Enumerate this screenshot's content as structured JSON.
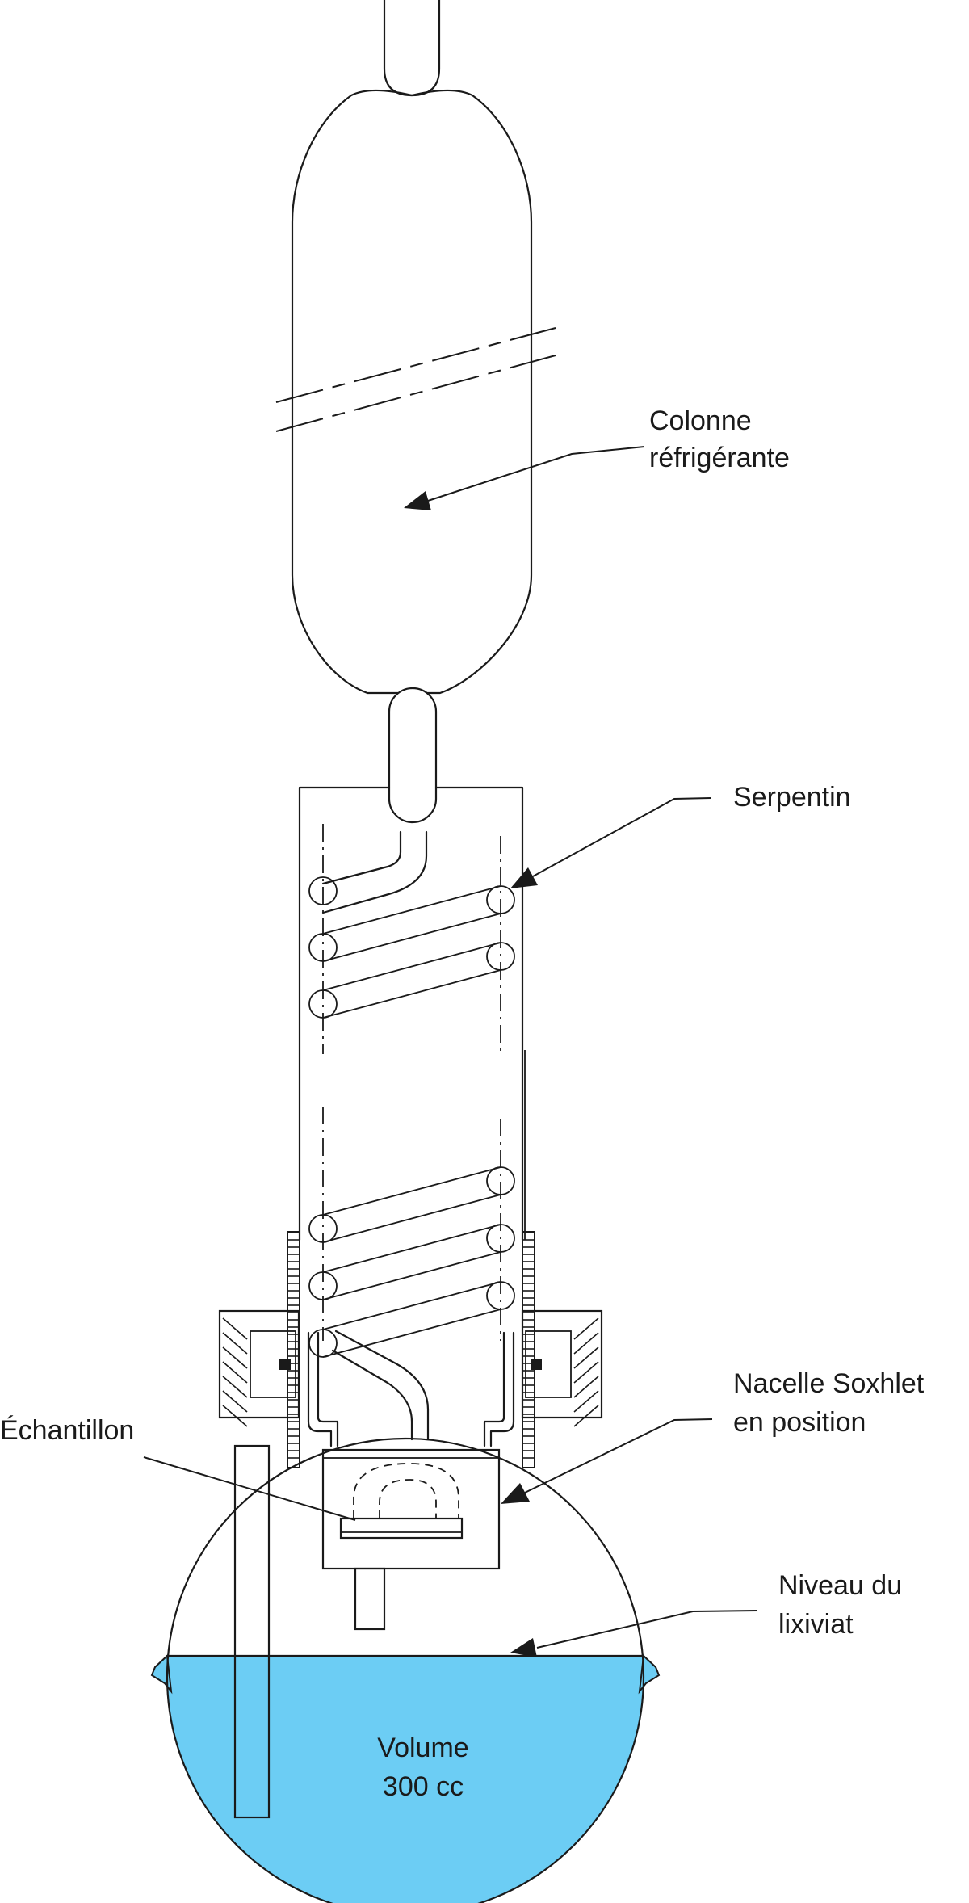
{
  "labels": {
    "column_line1": "Colonne",
    "column_line2": "réfrigérante",
    "coil": "Serpentin",
    "basket_line1": "Nacelle Soxhlet",
    "basket_line2": "en position",
    "sample": "Échantillon",
    "level_line1": "Niveau du",
    "level_line2": "lixiviat",
    "volume_line1": "Volume",
    "volume_line2": "300 cc"
  },
  "colors": {
    "liquid": "#6ccdf4",
    "stroke": "#1a1a1a",
    "background": "#ffffff"
  }
}
